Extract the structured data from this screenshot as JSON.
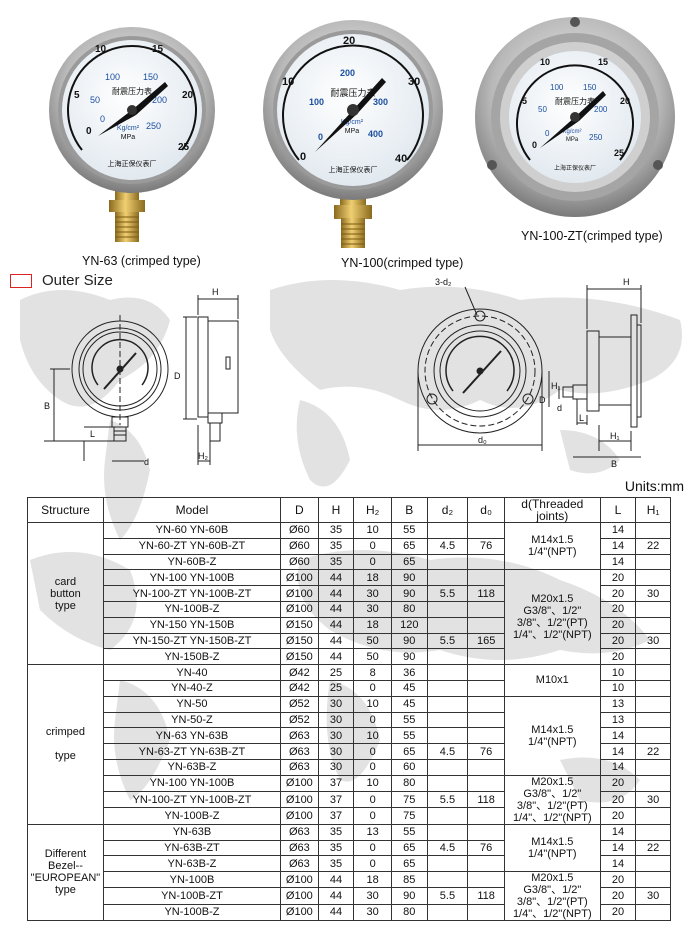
{
  "products": [
    {
      "caption": "YN-63 (crimped type)"
    },
    {
      "caption": "YN-100(crimped type)"
    },
    {
      "caption": "YN-100-ZT(crimped type)"
    }
  ],
  "gauge_faces": [
    {
      "ticks": [
        "0",
        "5",
        "10",
        "15",
        "20",
        "25"
      ],
      "inner": [
        "0",
        "50",
        "100",
        "150",
        "200",
        "250"
      ],
      "title": "耐震压力表",
      "unit1": "Kg/cm²",
      "unit2": "MPa",
      "maker": "上海正保仪表厂"
    },
    {
      "ticks": [
        "0",
        "10",
        "20",
        "30",
        "40"
      ],
      "inner": [
        "0",
        "100",
        "200",
        "300",
        "400"
      ],
      "title": "耐震压力表",
      "unit1": "Kg/cm²",
      "unit2": "MPa",
      "maker": "上海正保仪表厂"
    },
    {
      "ticks": [
        "0",
        "5",
        "10",
        "15",
        "20",
        "25"
      ],
      "inner": [
        "0",
        "50",
        "100",
        "150",
        "200",
        "250"
      ],
      "title": "耐震压力表",
      "unit1": "Kg/cm²",
      "unit2": "MPa",
      "maker": "上海正保仪表厂"
    }
  ],
  "section": {
    "title": "Outer Size"
  },
  "drawing_labels": {
    "left": {
      "h": "H",
      "d": "D",
      "b": "B",
      "l": "L",
      "dd": "d",
      "h2": "H₂"
    },
    "right": {
      "holes": "3-d₂",
      "h": "H",
      "d": "D",
      "h1": "H₁",
      "dd": "d",
      "l": "L",
      "d0": "d₀",
      "b": "B",
      "hh1": "H₁"
    }
  },
  "units_label": "Units:mm",
  "table": {
    "headers": [
      "Structure",
      "Model",
      "D",
      "H",
      "H₂",
      "B",
      "d₂",
      "d₀",
      "d(Threaded joints)",
      "L",
      "H₁"
    ],
    "groups": {
      "card": "card\nbutton\ntype",
      "crimped": "crimped\n\ntype",
      "european": "Different\nBezel--\n\"EUROPEAN\"\ntype"
    },
    "rows": [
      [
        "YN-60   YN-60B",
        "Ø60",
        "35",
        "10",
        "55",
        "",
        "",
        "14",
        ""
      ],
      [
        "YN-60-ZT   YN-60B-ZT",
        "Ø60",
        "35",
        "0",
        "65",
        "4.5",
        "76",
        "14",
        "22"
      ],
      [
        "YN-60B-Z",
        "Ø60",
        "35",
        "0",
        "65",
        "",
        "",
        "14",
        ""
      ],
      [
        "YN-100   YN-100B",
        "Ø100",
        "44",
        "18",
        "90",
        "",
        "",
        "20",
        ""
      ],
      [
        "YN-100-ZT   YN-100B-ZT",
        "Ø100",
        "44",
        "30",
        "90",
        "5.5",
        "118",
        "20",
        "30"
      ],
      [
        "YN-100B-Z",
        "Ø100",
        "44",
        "30",
        "80",
        "",
        "",
        "20",
        ""
      ],
      [
        "YN-150   YN-150B",
        "Ø150",
        "44",
        "18",
        "120",
        "",
        "",
        "20",
        ""
      ],
      [
        "YN-150-ZT   YN-150B-ZT",
        "Ø150",
        "44",
        "50",
        "90",
        "5.5",
        "165",
        "20",
        "30"
      ],
      [
        "YN-150B-Z",
        "Ø150",
        "44",
        "50",
        "90",
        "",
        "",
        "20",
        ""
      ],
      [
        "YN-40",
        "Ø42",
        "25",
        "8",
        "36",
        "",
        "",
        "10",
        ""
      ],
      [
        "YN-40-Z",
        "Ø42",
        "25",
        "0",
        "45",
        "",
        "",
        "10",
        ""
      ],
      [
        "YN-50",
        "Ø52",
        "30",
        "10",
        "45",
        "",
        "",
        "13",
        ""
      ],
      [
        "YN-50-Z",
        "Ø52",
        "30",
        "0",
        "55",
        "",
        "",
        "13",
        ""
      ],
      [
        "YN-63   YN-63B",
        "Ø63",
        "30",
        "10",
        "55",
        "",
        "",
        "14",
        ""
      ],
      [
        "YN-63-ZT   YN-63B-ZT",
        "Ø63",
        "30",
        "0",
        "65",
        "4.5",
        "76",
        "14",
        "22"
      ],
      [
        "YN-63B-Z",
        "Ø63",
        "30",
        "0",
        "60",
        "",
        "",
        "14",
        ""
      ],
      [
        "YN-100   YN-100B",
        "Ø100",
        "37",
        "10",
        "80",
        "",
        "",
        "20",
        ""
      ],
      [
        "YN-100-ZT   YN-100B-ZT",
        "Ø100",
        "37",
        "0",
        "75",
        "5.5",
        "118",
        "20",
        "30"
      ],
      [
        "YN-100B-Z",
        "Ø100",
        "37",
        "0",
        "75",
        "",
        "",
        "20",
        ""
      ],
      [
        "YN-63B",
        "Ø63",
        "35",
        "13",
        "55",
        "",
        "",
        "14",
        ""
      ],
      [
        "YN-63B-ZT",
        "Ø63",
        "35",
        "0",
        "65",
        "4.5",
        "76",
        "14",
        "22"
      ],
      [
        "YN-63B-Z",
        "Ø63",
        "35",
        "0",
        "65",
        "",
        "",
        "14",
        ""
      ],
      [
        "YN-100B",
        "Ø100",
        "44",
        "18",
        "85",
        "",
        "",
        "20",
        ""
      ],
      [
        "YN-100B-ZT",
        "Ø100",
        "44",
        "30",
        "90",
        "5.5",
        "118",
        "20",
        "30"
      ],
      [
        "YN-100B-Z",
        "Ø100",
        "44",
        "30",
        "80",
        "",
        "",
        "20",
        ""
      ]
    ],
    "threads": [
      {
        "start": 0,
        "span": 3,
        "text": "M14x1.5\n1/4\"(NPT)"
      },
      {
        "start": 3,
        "span": 6,
        "text": "M20x1.5\nG3/8\"、1/2\"\n3/8\"、1/2\"(PT)\n1/4\"、1/2\"(NPT)"
      },
      {
        "start": 9,
        "span": 2,
        "text": "M10x1"
      },
      {
        "start": 11,
        "span": 5,
        "text": "M14x1.5\n1/4\"(NPT)"
      },
      {
        "start": 16,
        "span": 3,
        "text": "M20x1.5\nG3/8\"、1/2\"\n3/8\"、1/2\"(PT)\n1/4\"、1/2\"(NPT)"
      },
      {
        "start": 19,
        "span": 3,
        "text": "M14x1.5\n1/4\"(NPT)"
      },
      {
        "start": 22,
        "span": 3,
        "text": "M20x1.5\nG3/8\"、1/2\"\n3/8\"、1/2\"(PT)\n1/4\"、1/2\"(NPT)"
      }
    ],
    "h1_merged_indices": [
      1,
      4,
      7,
      14,
      17,
      20,
      23
    ]
  }
}
